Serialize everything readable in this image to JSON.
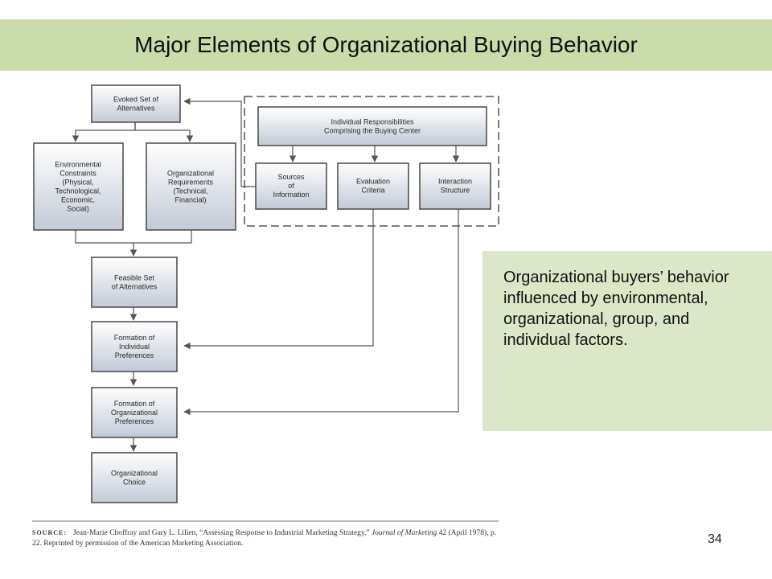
{
  "slide": {
    "title": "Major Elements of Organizational Buying Behavior",
    "page_number": "34"
  },
  "diagram": {
    "nodes": {
      "evoked": [
        "Evoked Set of",
        "Alternatives"
      ],
      "env_constraints": [
        "Environmental",
        "Constraints",
        "(Physical,",
        "Technological,",
        "Economic,",
        "Social)"
      ],
      "org_requirements": [
        "Organizational",
        "Requirements",
        "(Technical,",
        "Financial)"
      ],
      "individual_resp": [
        "Individual Responsibilities",
        "Comprising the Buying Center"
      ],
      "sources": [
        "Sources",
        "of",
        "Information"
      ],
      "evaluation": [
        "Evaluation",
        "Criteria"
      ],
      "interaction": [
        "Interaction",
        "Structure"
      ],
      "feasible": [
        "Feasible Set",
        "of Alternatives"
      ],
      "formation_individual": [
        "Formation of",
        "Individual",
        "Preferences"
      ],
      "formation_org": [
        "Formation of",
        "Organizational",
        "Preferences"
      ],
      "choice": [
        "Organizational",
        "Choice"
      ]
    },
    "source": {
      "tag": "SOURCE:",
      "authors": "Jean-Marie Choffray and Gary L. Lilien, “Assessing Response to Industrial Marketing Strategy,”",
      "journal": "Journal of Marketing",
      "rest": "42 (April 1978), p. 22. Reprinted by permission of the American Marketing Association."
    }
  },
  "side_panel": {
    "text": "Organizational buyers’ behavior influenced by environmental, organizational, group, and individual factors."
  },
  "colors": {
    "title_band": "#c9dca9",
    "side_panel": "#dbe7c8",
    "box_fill_top": "#ffffff",
    "box_fill_bottom": "#c3cad6"
  }
}
